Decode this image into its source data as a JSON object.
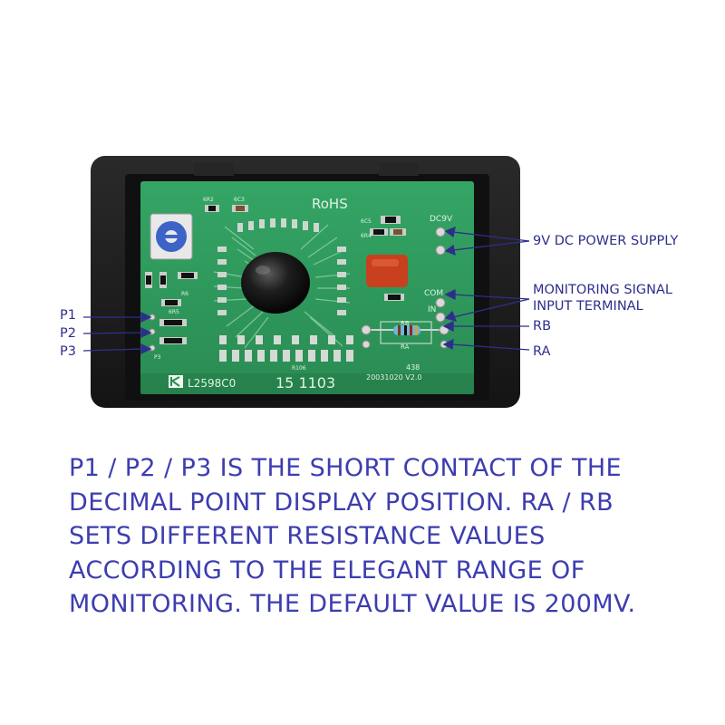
{
  "colors": {
    "annotation": "#2e2e8c",
    "description": "#3d3db0",
    "pcb": "#2f9a5c",
    "housing": "#1b1b1b"
  },
  "board": {
    "rohs": "RoHS",
    "dc_pad": "DC9V",
    "com_pad": "COM",
    "in_pad": "IN",
    "ra_pad": "RA",
    "rb_pad": "RB",
    "model": "L2598C0",
    "lot": "15 1103",
    "code": "438",
    "date": "20031020 V2.0",
    "p3_pad": "P3",
    "c1": "6R2",
    "c2": "6C3",
    "c3": "6C5",
    "c4": "6R4",
    "c5": "6R5",
    "r6": "R6",
    "r106": "R106"
  },
  "annotations": {
    "power": "9V DC POWER SUPPLY",
    "signal_line1": "MONITORING SIGNAL",
    "signal_line2": "INPUT TERMINAL",
    "rb": "RB",
    "ra": "RA",
    "p1": "P1",
    "p2": "P2",
    "p3": "P3"
  },
  "description": [
    "P1 / P2 / P3 IS THE SHORT CONTACT OF THE",
    "DECIMAL POINT DISPLAY POSITION. RA / RB",
    "SETS DIFFERENT RESISTANCE VALUES",
    "ACCORDING TO THE ELEGANT RANGE OF",
    "MONITORING. THE DEFAULT VALUE IS 200MV."
  ]
}
